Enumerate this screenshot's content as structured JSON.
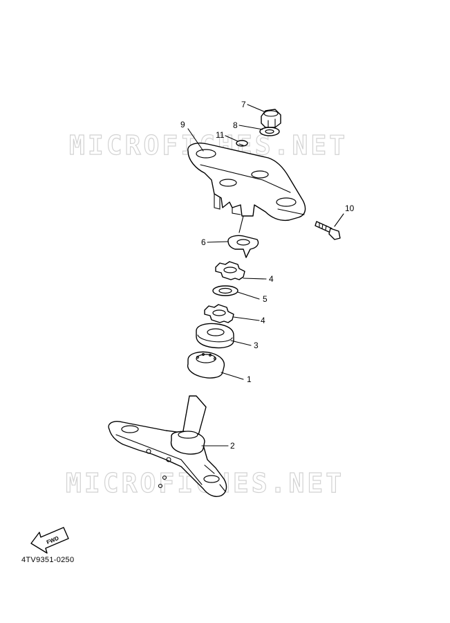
{
  "watermarks": [
    "MICROFICHES.NET",
    "MICROFICHES.NET"
  ],
  "callouts": [
    "1",
    "2",
    "3",
    "4",
    "4",
    "5",
    "6",
    "7",
    "8",
    "9",
    "10",
    "11"
  ],
  "direction_arrow": {
    "label": "FWD"
  },
  "reference_code": "4TV9351-0250",
  "icons": [
    "fwd-arrow-icon"
  ]
}
